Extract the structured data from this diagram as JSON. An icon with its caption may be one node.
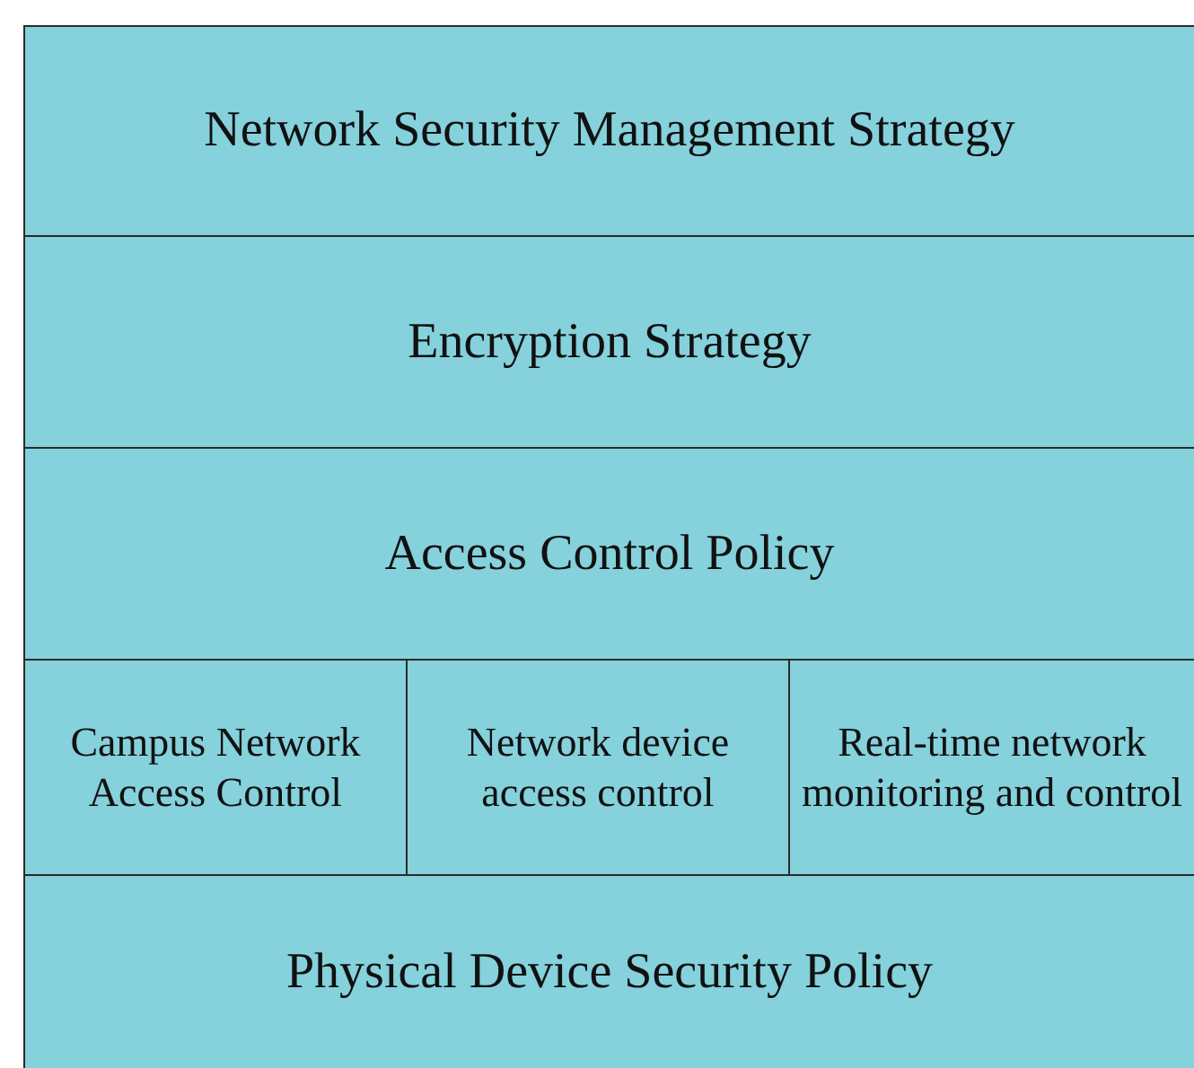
{
  "diagram": {
    "nodes": [
      {
        "text": [
          "Network Security Management Strategy"
        ]
      },
      {
        "text": [
          "Encryption Strategy"
        ]
      },
      {
        "text": [
          "Access Control Policy"
        ]
      },
      {
        "text": [
          "Campus Network Access Control"
        ]
      },
      {
        "text": [
          "Network device access control"
        ]
      },
      {
        "text": [
          "Real-time network monitoring and control"
        ]
      },
      {
        "text": [
          "Physical Device Security Policy"
        ]
      }
    ]
  }
}
